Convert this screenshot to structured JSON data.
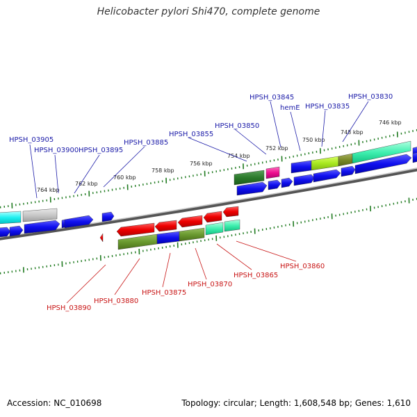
{
  "title": "Helicobacter pylori Shi470, complete genome",
  "footer": {
    "accession": "Accession: NC_010698",
    "summary": "Topology: circular; Length: 1,608,548 bp; Genes: 1,610"
  },
  "colors": {
    "forward_label": "#1a1aa8",
    "reverse_label": "#c81414",
    "tick_marks": "#1f7a1f"
  },
  "scale_labels": [
    "746 kbp",
    "748 kbp",
    "750 kbp",
    "752 kbp",
    "754 kbp",
    "756 kbp",
    "758 kbp",
    "760 kbp",
    "762 kbp",
    "764 kbp"
  ],
  "gene_labels_forward": [
    "HPSH_03830",
    "HPSH_03835",
    "hemE",
    "HPSH_03845",
    "HPSH_03850",
    "HPSH_03855",
    "HPSH_03885",
    "HPSH_03895",
    "HPSH_03900",
    "HPSH_03905"
  ],
  "gene_labels_reverse": [
    "HPSH_03860",
    "HPSH_03865",
    "HPSH_03870",
    "HPSH_03875",
    "HPSH_03880",
    "HPSH_03890"
  ]
}
